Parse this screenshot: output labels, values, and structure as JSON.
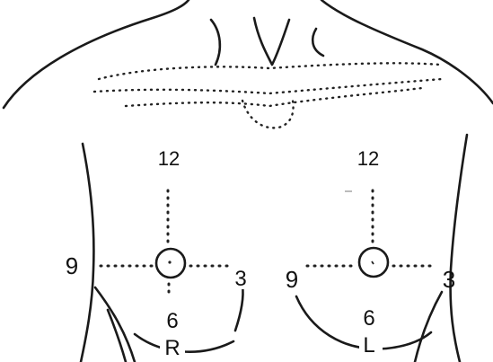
{
  "right_breast": {
    "clock_12": "12",
    "clock_9": "9",
    "clock_3": "3",
    "clock_6": "6",
    "side": "R"
  },
  "left_breast": {
    "clock_12": "12",
    "clock_9": "9",
    "clock_3": "3",
    "clock_6": "6",
    "side": "L"
  }
}
